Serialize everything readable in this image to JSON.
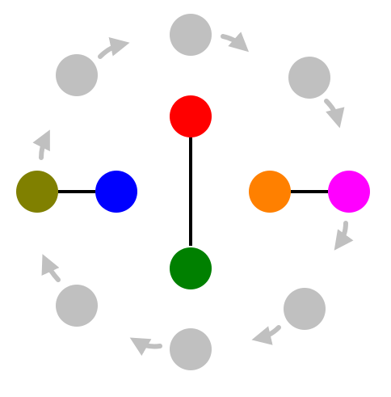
{
  "colors": {
    "background": "#ffffff",
    "ring_node": "#c0c0c0",
    "ring_arrow": "#c0c0c0",
    "link": "#000000"
  },
  "ring_nodes": [
    {
      "id": "ring-node-top"
    },
    {
      "id": "ring-node-top-right"
    },
    {
      "id": "ring-node-right-lower"
    },
    {
      "id": "ring-node-bottom-right"
    },
    {
      "id": "ring-node-bottom"
    },
    {
      "id": "ring-node-bottom-left"
    },
    {
      "id": "ring-node-top-left"
    }
  ],
  "colored_nodes": [
    {
      "id": "red-node",
      "color": "#ff0000"
    },
    {
      "id": "green-node",
      "color": "#008000"
    },
    {
      "id": "blue-node",
      "color": "#0000ff"
    },
    {
      "id": "olive-node",
      "color": "#808000"
    },
    {
      "id": "orange-node",
      "color": "#ff8000"
    },
    {
      "id": "magenta-node",
      "color": "#ff00ff"
    }
  ],
  "links": [
    {
      "from": "red-node",
      "to": "green-node"
    },
    {
      "from": "olive-node",
      "to": "blue-node"
    },
    {
      "from": "orange-node",
      "to": "magenta-node"
    }
  ],
  "ring_direction": "clockwise"
}
